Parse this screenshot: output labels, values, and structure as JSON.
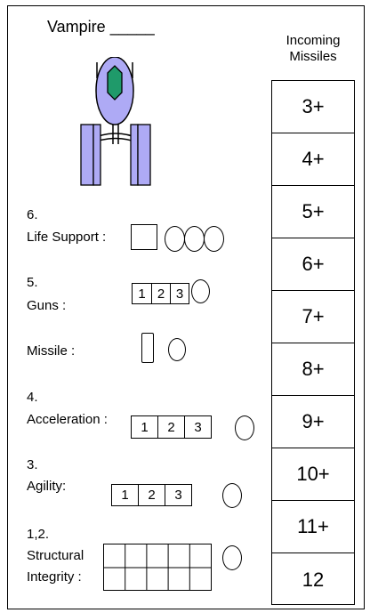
{
  "header": {
    "title": "Vampire _____"
  },
  "incoming": {
    "label": "Incoming Missiles",
    "values": [
      "3+",
      "4+",
      "5+",
      "6+",
      "7+",
      "8+",
      "9+",
      "10+",
      "11+",
      "12"
    ]
  },
  "life_support": {
    "prefix": "6.",
    "label": "Life Support :"
  },
  "guns": {
    "prefix": "5.",
    "label": "Guns :",
    "cells": [
      "1",
      "2",
      "3"
    ]
  },
  "missile": {
    "label": "Missile :"
  },
  "acceleration": {
    "prefix": "4.",
    "label": "Acceleration :",
    "cells": [
      "1",
      "2",
      "3"
    ]
  },
  "agility": {
    "prefix": "3.",
    "label": "Agility:",
    "cells": [
      "1",
      "2",
      "3"
    ]
  },
  "structural": {
    "prefix": "1,2.",
    "label_line1": "Structural",
    "label_line2": "Integrity :"
  },
  "colors": {
    "ship_fill": "#aeaaf5",
    "cockpit_fill": "#1f9a6a",
    "outline": "#000000"
  }
}
